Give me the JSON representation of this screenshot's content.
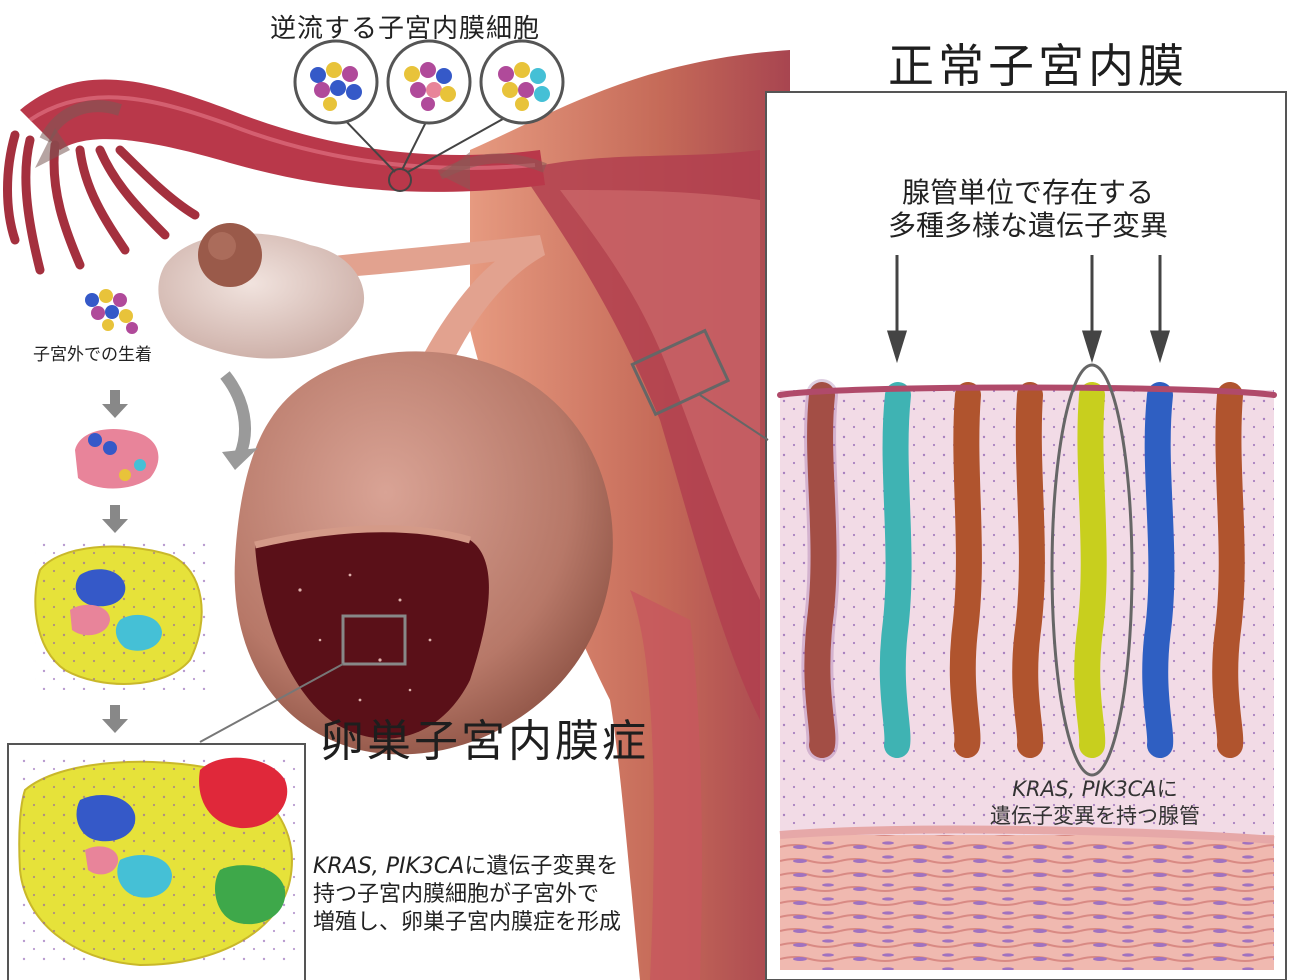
{
  "labels": {
    "reflux": "逆流する子宮内膜細胞",
    "normal_endometrium": "正常子宮内膜",
    "gland_mutations_line1": "腺管単位で存在する",
    "gland_mutations_line2": "多種多様な遺伝子変異",
    "ectopic_implant": "子宮外での生着",
    "ovarian_endometriosis": "卵巣子宮内膜症",
    "mutated_gland_genes": "KRAS, PIK3CA",
    "mutated_gland_suffix": "に",
    "mutated_gland_line2": "遺伝子変異を持つ腺管",
    "proliferate_genes": "KRAS, PIK3CA",
    "proliferate_line1_suffix": "に遺伝子変異を",
    "proliferate_line2": "持つ子宮内膜細胞が子宮外で",
    "proliferate_line3": "増殖し、卵巣子宮内膜症を形成"
  },
  "colors": {
    "uterus_flesh": "#d9836c",
    "uterus_dark": "#a8344a",
    "tube_red": "#b9384a",
    "ovary_cyst": "#b8786a",
    "cyst_interior": "#5a1018",
    "endometrium_bg": "#f2dbe6",
    "gland_brown": "#b0542e",
    "gland_teal": "#3fb3b3",
    "gland_yellow": "#c8cf1e",
    "gland_blue": "#2f5fc2",
    "cell_yellow": "#e6e23a",
    "cell_pink": "#e8849a",
    "cell_blue": "#3559c8",
    "cell_cyan": "#45c0d6",
    "cell_red": "#e0283a",
    "cell_green": "#3ea84a"
  }
}
